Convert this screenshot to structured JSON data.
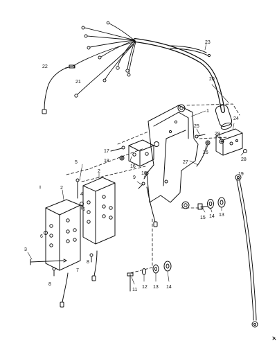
{
  "diagram": {
    "callouts": [
      {
        "id": "c1",
        "label": "1"
      },
      {
        "id": "c2a",
        "label": "2"
      },
      {
        "id": "c2b",
        "label": "2"
      },
      {
        "id": "c3",
        "label": "3"
      },
      {
        "id": "c4",
        "label": "4"
      },
      {
        "id": "c5",
        "label": "5"
      },
      {
        "id": "c6a",
        "label": "6"
      },
      {
        "id": "c6b",
        "label": "6"
      },
      {
        "id": "c7",
        "label": "7"
      },
      {
        "id": "c8a",
        "label": "8"
      },
      {
        "id": "c8b",
        "label": "8"
      },
      {
        "id": "c9",
        "label": "9"
      },
      {
        "id": "c10",
        "label": "10"
      },
      {
        "id": "c11",
        "label": "11"
      },
      {
        "id": "c12",
        "label": "12"
      },
      {
        "id": "c13a",
        "label": "13"
      },
      {
        "id": "c13b",
        "label": "13"
      },
      {
        "id": "c14a",
        "label": "14"
      },
      {
        "id": "c14b",
        "label": "14"
      },
      {
        "id": "c15",
        "label": "15"
      },
      {
        "id": "c16",
        "label": "16"
      },
      {
        "id": "c17",
        "label": "17"
      },
      {
        "id": "c18",
        "label": "18"
      },
      {
        "id": "c19",
        "label": "19"
      },
      {
        "id": "c20",
        "label": "20"
      },
      {
        "id": "c21",
        "label": "21"
      },
      {
        "id": "c22",
        "label": "22"
      },
      {
        "id": "c23",
        "label": "23"
      },
      {
        "id": "c24",
        "label": "24"
      },
      {
        "id": "c25",
        "label": "25"
      },
      {
        "id": "c26",
        "label": "26"
      },
      {
        "id": "c27",
        "label": "27"
      },
      {
        "id": "c28",
        "label": "28"
      },
      {
        "id": "c29",
        "label": "29"
      }
    ],
    "colors": {
      "ink": "#111111",
      "paper": "#ffffff"
    }
  }
}
